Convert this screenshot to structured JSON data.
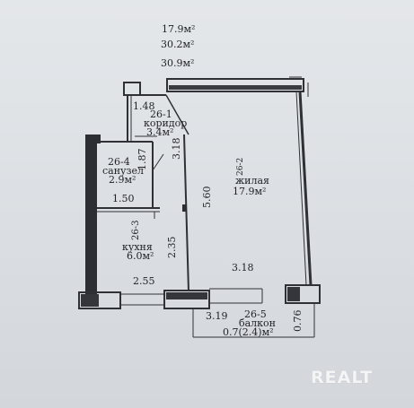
{
  "summary": {
    "living_area": "17.9м²",
    "total_area": "30.2м²",
    "total_area_with_balcony": "30.9м²"
  },
  "rooms": {
    "corridor": {
      "code": "26-1",
      "name": "коридор",
      "area": "3.4м²"
    },
    "bathroom": {
      "code": "26-4",
      "name": "санузел",
      "area": "2.9м²"
    },
    "kitchen": {
      "code": "26-3",
      "name": "кухня",
      "area": "6.0м²"
    },
    "living": {
      "code": "26-2",
      "name": "жилая",
      "area": "17.9м²"
    },
    "balcony": {
      "code": "26-5",
      "name": "балкон",
      "area": "0.7(2.4)м²"
    }
  },
  "dimensions": {
    "corridor_width": "1.48",
    "corridor_height": "1.87",
    "corridor_side": "3.18",
    "bathroom_width": "1.50",
    "living_height": "5.60",
    "kitchen_height": "2.35",
    "kitchen_width": "2.55",
    "living_width": "3.18",
    "balcony_width": "3.19",
    "balcony_depth": "0.76"
  },
  "watermark": "REALT",
  "colors": {
    "wall": "#2b2d31",
    "line": "#2f3136",
    "paper": "#dde1e6"
  }
}
